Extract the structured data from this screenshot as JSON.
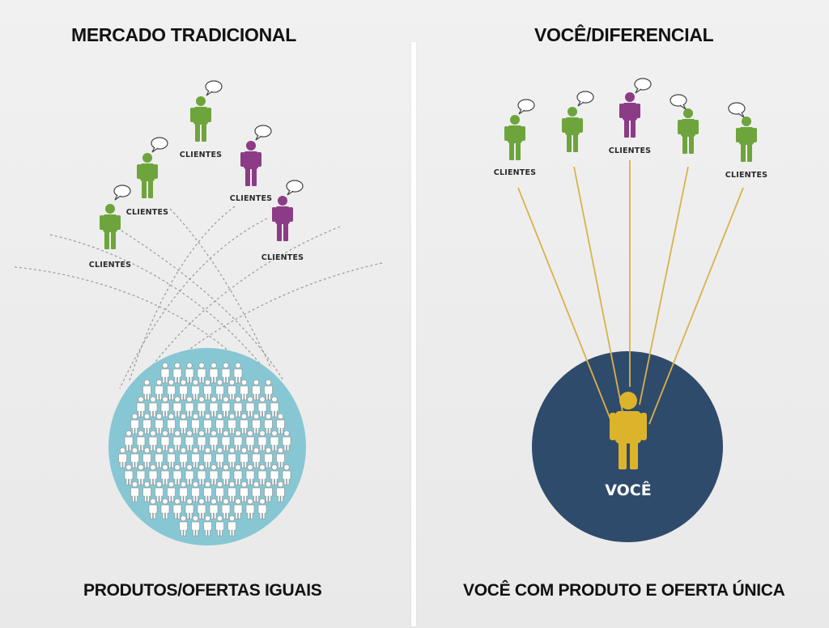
{
  "left": {
    "title": "MERCADO TRADICIONAL",
    "caption": "PRODUTOS/OFERTAS IGUAIS",
    "clients": [
      "CLIENTES",
      "CLIENTES",
      "CLIENTES",
      "CLIENTES",
      "CLIENTES"
    ]
  },
  "right": {
    "title": "VOCÊ/DIFERENCIAL",
    "caption": "VOCÊ COM PRODUTO E OFERTA ÚNICA",
    "clients": [
      "CLIENTES",
      "CLIENTES",
      "CLIENTES",
      "CLIENTES",
      "CLIENTES"
    ],
    "you_label": "VOCÊ"
  },
  "colors": {
    "green": "#6ea43c",
    "purple": "#8c3b86",
    "crowd_circle": "#86c7d3",
    "you_circle": "#2f4b6b",
    "you_figure": "#dcb42c",
    "line": "#d9b24a",
    "dotted": "#9a9a9a"
  },
  "icons": {
    "client": "person-icon",
    "bubble": "speech-bubble-icon",
    "crowd": "crowd-icon"
  }
}
